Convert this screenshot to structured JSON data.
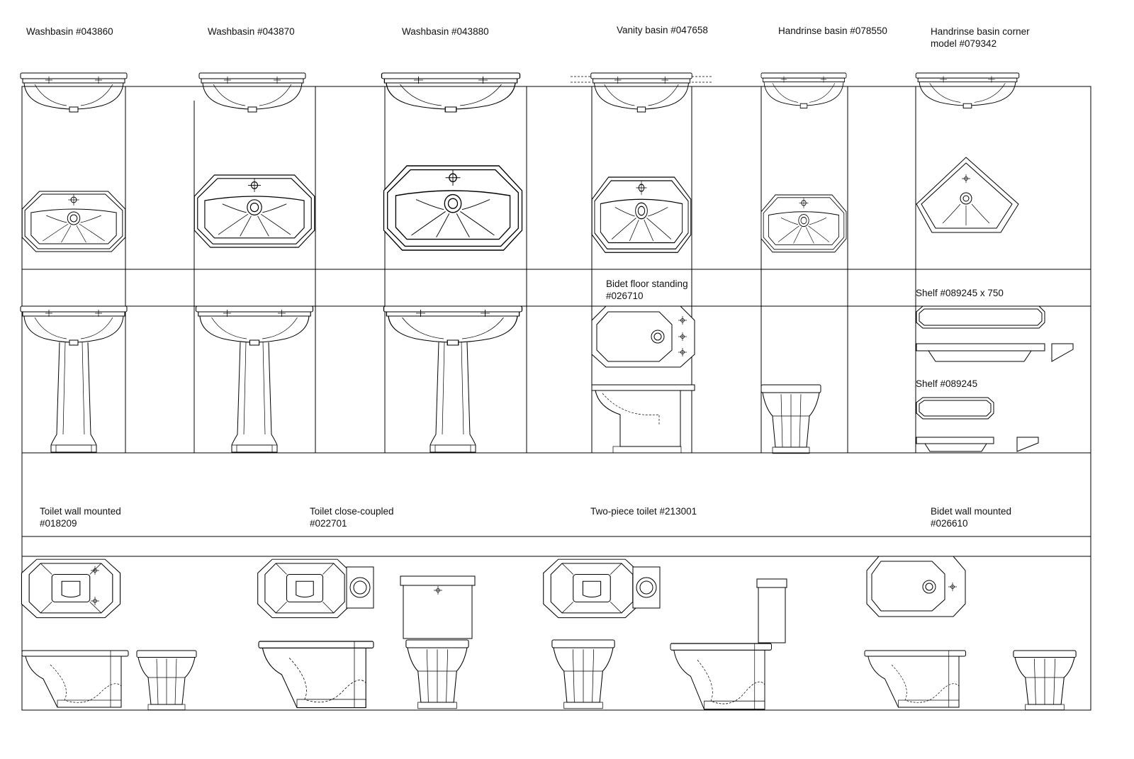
{
  "labels": {
    "wb_043860": "Washbasin #043860",
    "wb_043870": "Washbasin #043870",
    "wb_043880": "Washbasin #043880",
    "vanity_047658": "Vanity basin #047658",
    "handrinse_078550": "Handrinse basin #078550",
    "corner_line1": "Handrinse basin corner",
    "corner_line2": "model #079342",
    "bidet_floor_line1": "Bidet floor standing",
    "bidet_floor_line2": "#026710",
    "shelf_750": "Shelf #089245 x 750",
    "shelf": "Shelf #089245",
    "toilet_wall_line1": "Toilet wall mounted",
    "toilet_wall_line2": "#018209",
    "toilet_close_line1": "Toilet close-coupled",
    "toilet_close_line2": "#022701",
    "two_piece": "Two-piece toilet #213001",
    "bidet_wall_line1": "Bidet wall mounted",
    "bidet_wall_line2": "#026610"
  }
}
